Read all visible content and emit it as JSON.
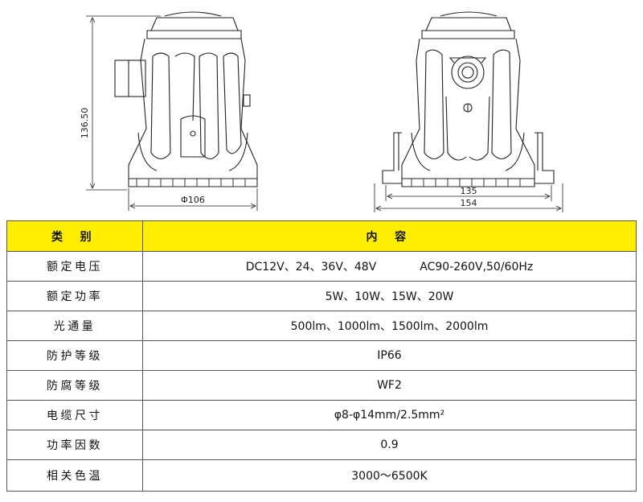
{
  "drawing": {
    "height_label": "136.50",
    "width_left_label": "Φ106",
    "width_inner_label": "135",
    "width_outer_label": "154"
  },
  "table": {
    "header": {
      "category": "类 别",
      "content": "内 容"
    },
    "rows": [
      {
        "category": "额定电压",
        "value": "DC12V、24、36V、48V",
        "value2": "AC90-260V,50/60Hz"
      },
      {
        "category": "额定功率",
        "value": "5W、10W、15W、20W"
      },
      {
        "category": "光通量",
        "value": "500lm、1000lm、1500lm、2000lm"
      },
      {
        "category": "防护等级",
        "value": "IP66"
      },
      {
        "category": "防腐等级",
        "value": "WF2"
      },
      {
        "category": "电缆尺寸",
        "value": "φ8-φ14mm/2.5mm²"
      },
      {
        "category": "功率因数",
        "value": "0.9"
      },
      {
        "category": "相关色温",
        "value": "3000～6500K"
      }
    ]
  }
}
